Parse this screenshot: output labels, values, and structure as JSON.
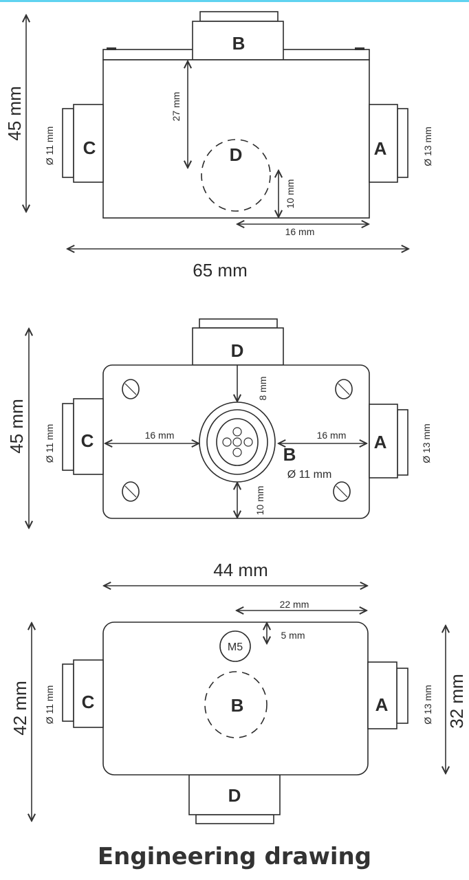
{
  "accent_color": "#5fd3f0",
  "title": "Engineering drawing",
  "views": {
    "side": {
      "height": "45 mm",
      "width": "65 mm",
      "dim_27": "27 mm",
      "dim_10": "10 mm",
      "dim_16": "16 mm",
      "diam_c": "Ø 11 mm",
      "diam_a": "Ø 13 mm",
      "ports": {
        "top": "B",
        "left": "C",
        "right": "A",
        "hidden": "D"
      }
    },
    "front": {
      "height": "45 mm",
      "dim_8": "8 mm",
      "dim_10": "10 mm",
      "dim_16_left": "16 mm",
      "dim_16_right": "16 mm",
      "diam_b": "Ø 11 mm",
      "diam_c": "Ø 11 mm",
      "diam_a": "Ø 13 mm",
      "ports": {
        "top": "D",
        "left": "C",
        "right": "A",
        "center": "B"
      }
    },
    "back": {
      "width": "44 mm",
      "dim_22": "22 mm",
      "dim_5": "5 mm",
      "height_outer": "42 mm",
      "height_body": "32 mm",
      "mount": "M5",
      "diam_c": "Ø 11 mm",
      "diam_a": "Ø 13 mm",
      "ports": {
        "bottom": "D",
        "left": "C",
        "right": "A",
        "hidden": "B"
      }
    }
  }
}
